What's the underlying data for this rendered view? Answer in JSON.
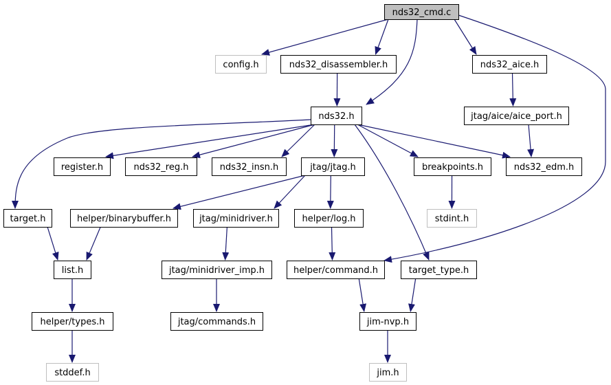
{
  "colors": {
    "edge": "#191970",
    "node_border": "#000000",
    "missing_border": "#bfbfbf",
    "root_fill": "#bfbfbf",
    "missing_text": "#808080",
    "text": "#000000"
  },
  "root": "nds32_cmd.c",
  "nodes": [
    {
      "id": "nds32_cmd_c",
      "label": "nds32_cmd.c",
      "style": "root"
    },
    {
      "id": "config_h",
      "label": "config.h",
      "style": "missing"
    },
    {
      "id": "nds32_disassembler_h",
      "label": "nds32_disassembler.h",
      "style": "normal"
    },
    {
      "id": "nds32_aice_h",
      "label": "nds32_aice.h",
      "style": "normal"
    },
    {
      "id": "nds32_h",
      "label": "nds32.h",
      "style": "normal"
    },
    {
      "id": "jtag_aice_aice_port_h",
      "label": "jtag/aice/aice_port.h",
      "style": "normal"
    },
    {
      "id": "register_h",
      "label": "register.h",
      "style": "normal"
    },
    {
      "id": "nds32_reg_h",
      "label": "nds32_reg.h",
      "style": "normal"
    },
    {
      "id": "nds32_insn_h",
      "label": "nds32_insn.h",
      "style": "normal"
    },
    {
      "id": "jtag_jtag_h",
      "label": "jtag/jtag.h",
      "style": "normal"
    },
    {
      "id": "breakpoints_h",
      "label": "breakpoints.h",
      "style": "normal"
    },
    {
      "id": "nds32_edm_h",
      "label": "nds32_edm.h",
      "style": "normal"
    },
    {
      "id": "target_h",
      "label": "target.h",
      "style": "normal"
    },
    {
      "id": "helper_binarybuffer_h",
      "label": "helper/binarybuffer.h",
      "style": "normal"
    },
    {
      "id": "jtag_minidriver_h",
      "label": "jtag/minidriver.h",
      "style": "normal"
    },
    {
      "id": "helper_log_h",
      "label": "helper/log.h",
      "style": "normal"
    },
    {
      "id": "stdint_h",
      "label": "stdint.h",
      "style": "missing"
    },
    {
      "id": "list_h",
      "label": "list.h",
      "style": "normal"
    },
    {
      "id": "jtag_minidriver_imp_h",
      "label": "jtag/minidriver_imp.h",
      "style": "normal"
    },
    {
      "id": "helper_command_h",
      "label": "helper/command.h",
      "style": "normal"
    },
    {
      "id": "target_type_h",
      "label": "target_type.h",
      "style": "normal"
    },
    {
      "id": "helper_types_h",
      "label": "helper/types.h",
      "style": "normal"
    },
    {
      "id": "jtag_commands_h",
      "label": "jtag/commands.h",
      "style": "normal"
    },
    {
      "id": "jim_nvp_h",
      "label": "jim-nvp.h",
      "style": "normal"
    },
    {
      "id": "stddef_h",
      "label": "stddef.h",
      "style": "missing"
    },
    {
      "id": "jim_h",
      "label": "jim.h",
      "style": "missing"
    }
  ],
  "edges": [
    {
      "from": "nds32_cmd_c",
      "to": "config_h"
    },
    {
      "from": "nds32_cmd_c",
      "to": "nds32_disassembler_h"
    },
    {
      "from": "nds32_cmd_c",
      "to": "nds32_h"
    },
    {
      "from": "nds32_cmd_c",
      "to": "nds32_aice_h"
    },
    {
      "from": "nds32_cmd_c",
      "to": "helper_command_h"
    },
    {
      "from": "nds32_disassembler_h",
      "to": "nds32_h"
    },
    {
      "from": "nds32_aice_h",
      "to": "jtag_aice_aice_port_h"
    },
    {
      "from": "jtag_aice_aice_port_h",
      "to": "nds32_edm_h"
    },
    {
      "from": "nds32_h",
      "to": "target_h"
    },
    {
      "from": "nds32_h",
      "to": "register_h"
    },
    {
      "from": "nds32_h",
      "to": "nds32_reg_h"
    },
    {
      "from": "nds32_h",
      "to": "nds32_insn_h"
    },
    {
      "from": "nds32_h",
      "to": "jtag_jtag_h"
    },
    {
      "from": "nds32_h",
      "to": "breakpoints_h"
    },
    {
      "from": "nds32_h",
      "to": "nds32_edm_h"
    },
    {
      "from": "nds32_h",
      "to": "target_type_h"
    },
    {
      "from": "jtag_jtag_h",
      "to": "helper_binarybuffer_h"
    },
    {
      "from": "jtag_jtag_h",
      "to": "jtag_minidriver_h"
    },
    {
      "from": "jtag_jtag_h",
      "to": "helper_log_h"
    },
    {
      "from": "breakpoints_h",
      "to": "stdint_h"
    },
    {
      "from": "target_h",
      "to": "list_h"
    },
    {
      "from": "helper_binarybuffer_h",
      "to": "list_h"
    },
    {
      "from": "jtag_minidriver_h",
      "to": "jtag_minidriver_imp_h"
    },
    {
      "from": "jtag_minidriver_imp_h",
      "to": "jtag_commands_h"
    },
    {
      "from": "helper_log_h",
      "to": "helper_command_h"
    },
    {
      "from": "list_h",
      "to": "helper_types_h"
    },
    {
      "from": "helper_types_h",
      "to": "stddef_h"
    },
    {
      "from": "helper_command_h",
      "to": "jim_nvp_h"
    },
    {
      "from": "target_type_h",
      "to": "jim_nvp_h"
    },
    {
      "from": "jim_nvp_h",
      "to": "jim_h"
    }
  ]
}
